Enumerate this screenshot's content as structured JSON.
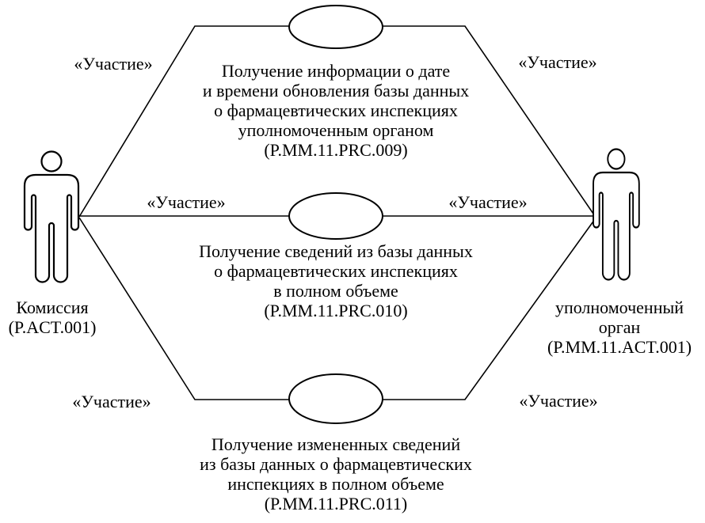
{
  "stereotype_label": "«Участие»",
  "actors": {
    "left": {
      "name": "Комиссия",
      "code": "(P.ACT.001)"
    },
    "right": {
      "name_line1": "уполномоченный",
      "name_line2": "орган",
      "code": "(P.MM.11.ACT.001)"
    }
  },
  "use_cases": {
    "top": {
      "line1": "Получение информации о дате",
      "line2": "и времени обновления базы данных",
      "line3": "о фармацевтических инспекциях",
      "line4": "уполномоченным органом",
      "code": "(P.MM.11.PRC.009)"
    },
    "middle": {
      "line1": "Получение сведений из базы данных",
      "line2": "о фармацевтических инспекциях",
      "line3": "в полном объеме",
      "code": "(P.MM.11.PRC.010)"
    },
    "bottom": {
      "line1": "Получение измененных сведений",
      "line2": "из базы данных о фармацевтических",
      "line3": "инспекциях в полном объеме",
      "code": "(P.MM.11.PRC.011)"
    }
  },
  "colors": {
    "stroke": "#000000",
    "background": "#ffffff",
    "text": "#000000"
  }
}
